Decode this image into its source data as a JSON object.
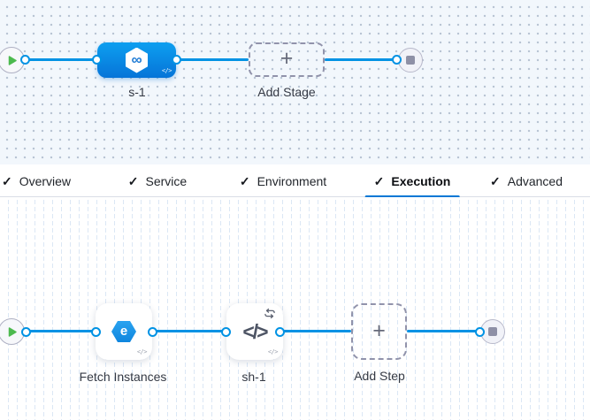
{
  "stage_graph": {
    "stage": {
      "label": "s-1",
      "icon": "cd-stage-icon",
      "infinity_glyph": "∞",
      "code_badge": "</>"
    },
    "add_stage": {
      "label": "Add Stage",
      "plus_glyph": "+"
    }
  },
  "tabs": {
    "check_glyph": "✓",
    "items": [
      {
        "label": "Overview",
        "active": false
      },
      {
        "label": "Service",
        "active": false
      },
      {
        "label": "Environment",
        "active": false
      },
      {
        "label": "Execution",
        "active": true
      },
      {
        "label": "Advanced",
        "active": false
      }
    ]
  },
  "execution_graph": {
    "steps": [
      {
        "label": "Fetch Instances",
        "icon": "elastigroup-icon",
        "glyph": "e",
        "code_badge": "</>"
      },
      {
        "label": "sh-1",
        "icon": "shell-script-icon",
        "glyph": "</>",
        "code_badge": "</>"
      }
    ],
    "add_step": {
      "label": "Add Step",
      "plus_glyph": "+"
    }
  },
  "colors": {
    "edge_blue": "#0092e4",
    "stage_blue_top": "#0d9ff0",
    "stage_blue_bottom": "#0674d8",
    "active_tab_underline": "#0278d5",
    "play_green": "#4dba4f",
    "stop_square_gray": "#8e90a6",
    "canvas_top_bg": "#f2f7fc"
  }
}
